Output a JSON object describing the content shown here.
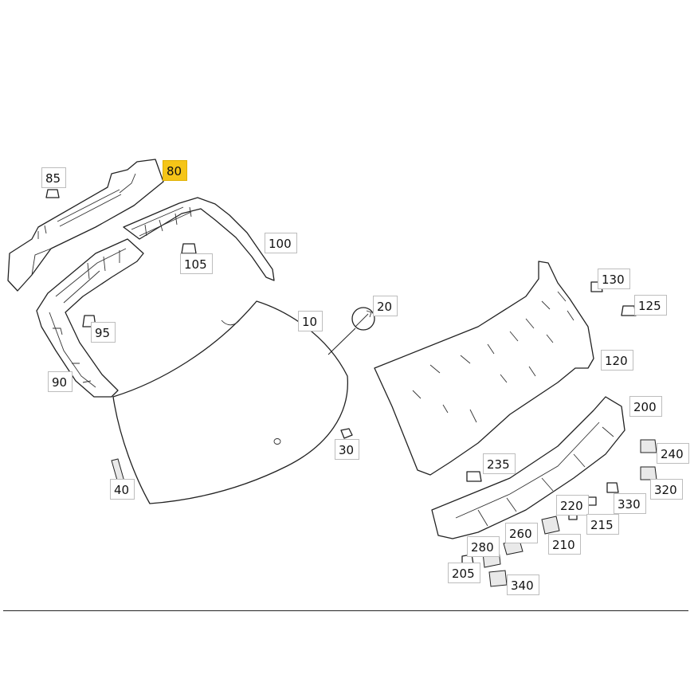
{
  "diagram": {
    "highlight_color": "#f5c518",
    "highlighted_label": "80",
    "labels": {
      "l10": "10",
      "l20": "20",
      "l30": "30",
      "l40": "40",
      "l80": "80",
      "l85": "85",
      "l90": "90",
      "l95": "95",
      "l100": "100",
      "l105": "105",
      "l120": "120",
      "l125": "125",
      "l130": "130",
      "l200": "200",
      "l205": "205",
      "l210": "210",
      "l215": "215",
      "l220": "220",
      "l235": "235",
      "l240": "240",
      "l260": "260",
      "l280": "280",
      "l320": "320",
      "l330": "330",
      "l340": "340"
    }
  }
}
